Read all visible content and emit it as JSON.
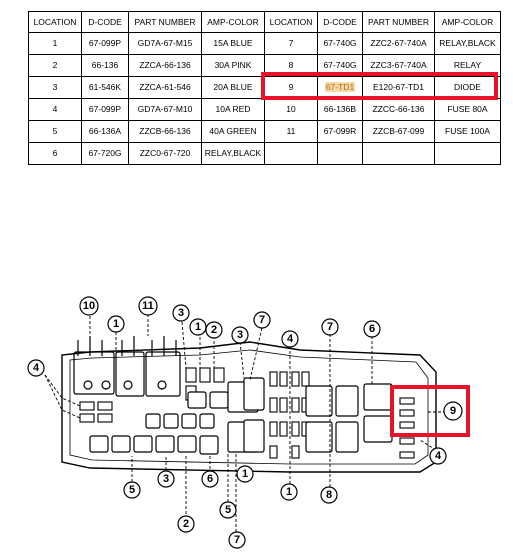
{
  "table": {
    "headers": [
      "LOCATION",
      "D-CODE",
      "PART NUMBER",
      "AMP-COLOR",
      "LOCATION",
      "D-CODE",
      "PART NUMBER",
      "AMP-COLOR"
    ],
    "rows": [
      [
        "1",
        "67-099P",
        "GD7A-67-M15",
        "15A BLUE",
        "7",
        "67-740G",
        "ZZC2-67-740A",
        "RELAY,BLACK"
      ],
      [
        "2",
        "66-136",
        "ZZCA-66-136",
        "30A PINK",
        "8",
        "67-740G",
        "ZZC3-67-740A",
        "RELAY"
      ],
      [
        "3",
        "61-546K",
        "ZZCA-61-546",
        "20A BLUE",
        "9",
        "67-TD1",
        "E120-67-TD1",
        "DIODE"
      ],
      [
        "4",
        "67-099P",
        "GD7A-67-M10",
        "10A RED",
        "10",
        "66-136B",
        "ZZCC-66-136",
        "FUSE 80A"
      ],
      [
        "5",
        "66-136A",
        "ZZCB-66-136",
        "40A GREEN",
        "11",
        "67-099R",
        "ZZCB-67-099",
        "FUSE 100A"
      ],
      [
        "6",
        "67-720G",
        "ZZC0-67-720",
        "RELAY,BLACK",
        "",
        "",
        "",
        ""
      ]
    ],
    "highlight_color": "#e8132a"
  },
  "diagram": {
    "callouts": {
      "c10": "10",
      "c11": "11",
      "c1a": "1",
      "c1b": "1",
      "c1c": "1",
      "c2a": "2",
      "c2b": "2",
      "c3a": "3",
      "c3b": "3",
      "c3c": "3",
      "c4a": "4",
      "c4b": "4",
      "c4c": "4",
      "c5a": "5",
      "c5b": "5",
      "c6a": "6",
      "c6b": "6",
      "c7a": "7",
      "c7b": "7",
      "c7c": "7",
      "c8": "8",
      "c9": "9"
    }
  }
}
